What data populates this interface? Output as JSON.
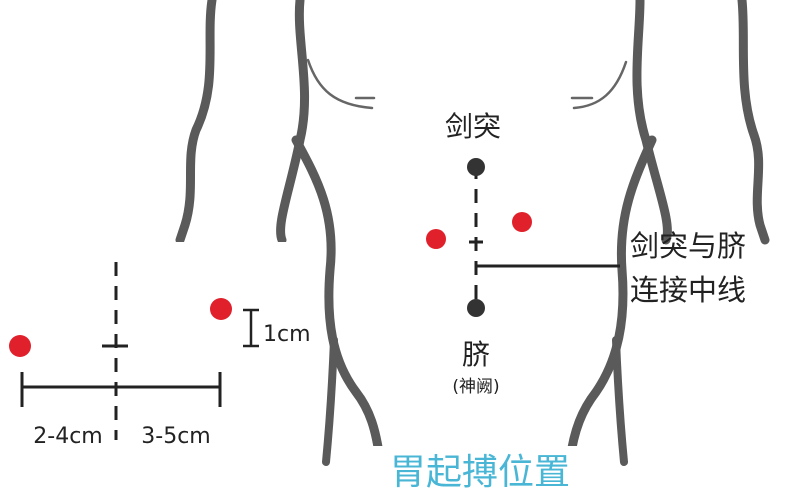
{
  "labels": {
    "xiphoid": "剑突",
    "navel": "脐",
    "navel_alias": "(神阙)",
    "midline_line1": "剑突与脐",
    "midline_line2": "连接中线",
    "vertical_offset": "1cm",
    "left_distance": "2-4cm",
    "right_distance": "3-5cm",
    "title": "胃起搏位置"
  },
  "colors": {
    "electrode": "#e0202a",
    "title": "#49b6d6",
    "outline": "#555555",
    "ink": "#222222"
  }
}
